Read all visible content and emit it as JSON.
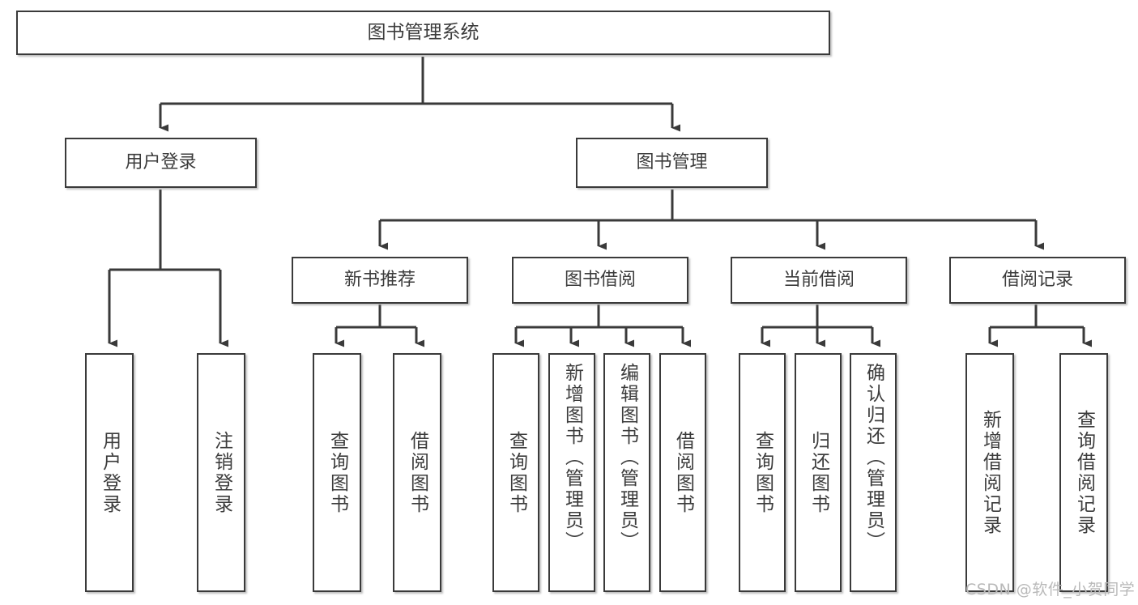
{
  "diagram": {
    "title": "图书管理系统",
    "watermark": "CSDN @软件_小贺同学",
    "line_color": "#3a3a3a",
    "box_fill": "#ffffff",
    "text_color": "#3c3c3c",
    "root": {
      "label": "图书管理系统"
    },
    "level1": [
      {
        "label": "用户登录"
      },
      {
        "label": "图书管理"
      }
    ],
    "level2": [
      {
        "label": "新书推荐"
      },
      {
        "label": "图书借阅"
      },
      {
        "label": "当前借阅"
      },
      {
        "label": "借阅记录"
      }
    ],
    "leaves": {
      "user_login": [
        {
          "label": "用户登录"
        },
        {
          "label": "注销登录"
        }
      ],
      "new_book": [
        {
          "label": "查询图书"
        },
        {
          "label": "借阅图书"
        }
      ],
      "book_borrow": [
        {
          "label": "查询图书"
        },
        {
          "label": "新增图书（管理员）"
        },
        {
          "label": "编辑图书（管理员）"
        },
        {
          "label": "借阅图书"
        }
      ],
      "current_borrow": [
        {
          "label": "查询图书"
        },
        {
          "label": "归还图书"
        },
        {
          "label": "确认归还（管理员）"
        }
      ],
      "borrow_record": [
        {
          "label": "新增借阅记录"
        },
        {
          "label": "查询借阅记录"
        }
      ]
    }
  }
}
